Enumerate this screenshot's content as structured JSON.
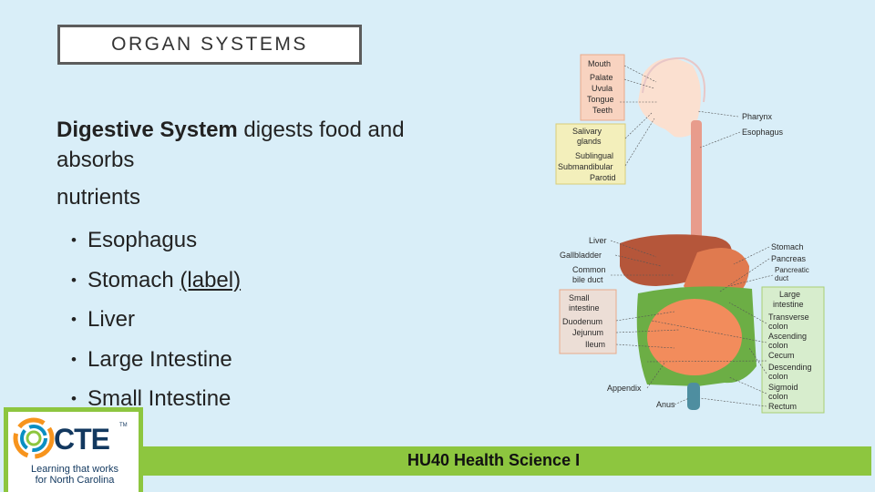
{
  "slide": {
    "title": "ORGAN SYSTEMS",
    "lead_bold": "Digestive System",
    "lead_rest": " digests food and absorbs",
    "lead_line2": "nutrients",
    "bullets": [
      {
        "text": "Esophagus",
        "suffix": ""
      },
      {
        "text": "Stomach ",
        "suffix": "(label)"
      },
      {
        "text": "Liver",
        "suffix": ""
      },
      {
        "text": "Large Intestine",
        "suffix": ""
      },
      {
        "text": "Small Intestine",
        "suffix": ""
      }
    ],
    "bullet_glyph": "•",
    "footer": "HU40 Health Science I"
  },
  "logo": {
    "brand": "CTE",
    "tm": "TM",
    "tagline_1": "Learning that works",
    "tagline_2": "for North Carolina"
  },
  "diagram": {
    "labels": {
      "mouth": "Mouth",
      "palate": "Palate",
      "uvula": "Uvula",
      "tongue": "Tongue",
      "teeth": "Teeth",
      "salivary": "Salivary",
      "glands": "glands",
      "sublingual": "Sublingual",
      "submandibular": "Submandibular",
      "parotid": "Parotid",
      "pharynx": "Pharynx",
      "esophagus": "Esophagus",
      "liver": "Liver",
      "gallbladder": "Gallbladder",
      "common": "Common",
      "bile_duct": "bile duct",
      "small": "Small",
      "intestine": "intestine",
      "duodenum": "Duodenum",
      "jejunum": "Jejunum",
      "ileum": "Ileum",
      "appendix": "Appendix",
      "anus": "Anus",
      "stomach": "Stomach",
      "pancreas": "Pancreas",
      "pancreatic": "Pancreatic",
      "duct": "duct",
      "large": "Large",
      "intestine2": "intestine",
      "transverse": "Transverse",
      "colon1": "colon",
      "ascending": "Ascending",
      "colon2": "colon",
      "cecum": "Cecum",
      "descending": "Descending",
      "colon3": "colon",
      "sigmoid": "Sigmoid",
      "colon4": "colon",
      "rectum": "Rectum"
    },
    "colors": {
      "mouth_box": "#f8d3c0",
      "salivary_box": "#f7efb0",
      "small_box": "#f8d3c0",
      "large_box": "#d6ecb0",
      "liver": "#b5563a",
      "stomach": "#e07a4f",
      "small_intestine": "#f28c5c",
      "large_intestine": "#6cae45"
    }
  }
}
